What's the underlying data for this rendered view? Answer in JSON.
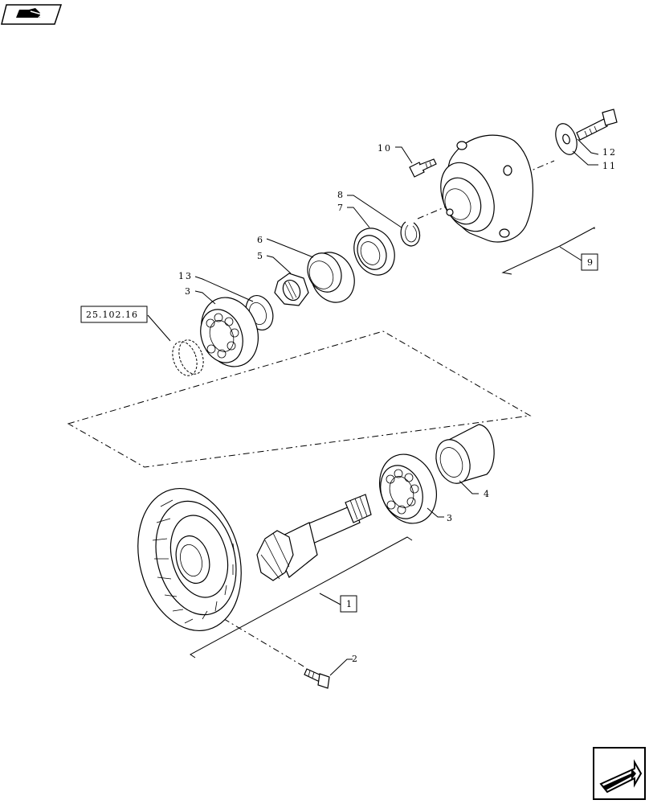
{
  "callouts": {
    "c1": "1",
    "c2": "2",
    "c3a": "3",
    "c3b": "3",
    "c4": "4",
    "c5": "5",
    "c6": "6",
    "c7": "7",
    "c8": "8",
    "c9": "9",
    "c10": "10",
    "c11": "11",
    "c12": "12",
    "c13": "13"
  },
  "reference": "25.102.16",
  "icons": {
    "top_left": "manual-book-icon",
    "bottom_right": "next-page-arrow-icon"
  }
}
